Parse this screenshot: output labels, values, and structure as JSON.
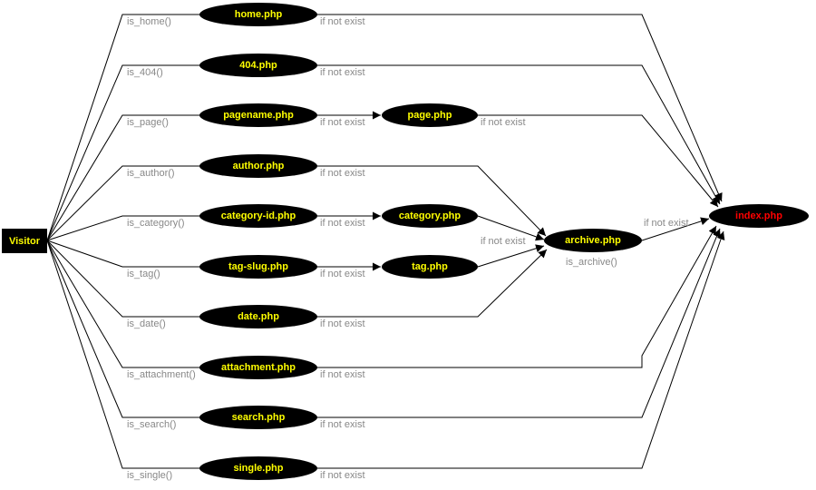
{
  "colors": {
    "node_fill": "#000000",
    "node_text": "#ffff00",
    "index_text": "#ff0000",
    "condition_text": "#888888",
    "edge": "#000000",
    "background": "#ffffff"
  },
  "nodes": {
    "visitor": "Visitor",
    "home": "home.php",
    "e404": "404.php",
    "pagename": "pagename.php",
    "page": "page.php",
    "author": "author.php",
    "category_id": "category-id.php",
    "category": "category.php",
    "tag_slug": "tag-slug.php",
    "tag": "tag.php",
    "date": "date.php",
    "archive": "archive.php",
    "attachment": "attachment.php",
    "search": "search.php",
    "single": "single.php",
    "index": "index.php"
  },
  "conditions": {
    "is_home": "is_home()",
    "is_404": "is_404()",
    "is_page": "is_page()",
    "is_author": "is_author()",
    "is_category": "is_category()",
    "is_tag": "is_tag()",
    "is_date": "is_date()",
    "is_attachment": "is_attachment()",
    "is_search": "is_search()",
    "is_single": "is_single()",
    "is_archive": "is_archive()"
  },
  "fallback_label": "if not exist"
}
